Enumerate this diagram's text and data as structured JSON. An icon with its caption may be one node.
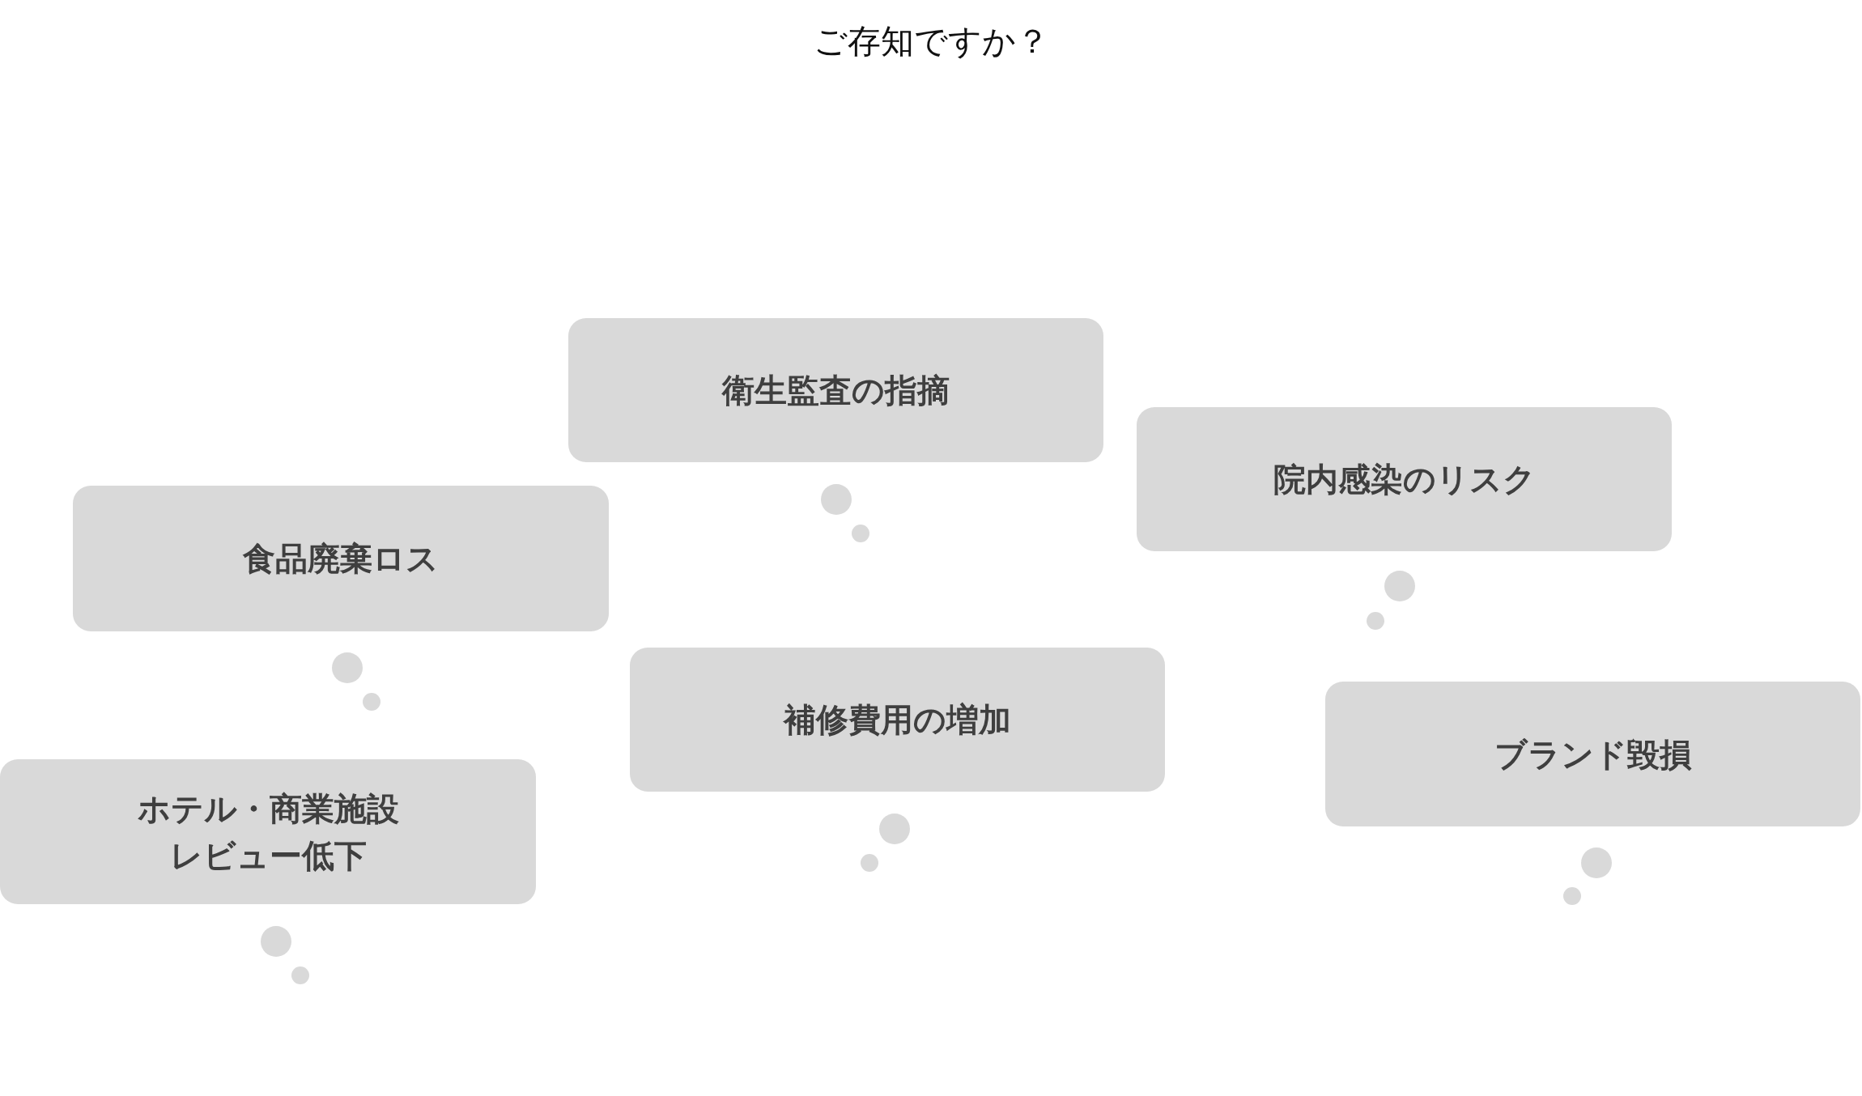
{
  "diagram": {
    "title": "ご存知ですか？",
    "nodes": [
      {
        "text": [
          "衛生監査の指摘"
        ]
      },
      {
        "text": [
          "院内感染のリスク"
        ]
      },
      {
        "text": [
          "食品廃棄ロス"
        ]
      },
      {
        "text": [
          "補修費用の増加"
        ]
      },
      {
        "text": [
          "ブランド毀損"
        ]
      },
      {
        "text": [
          "ホテル・商業施設レビュー低下"
        ]
      }
    ]
  }
}
